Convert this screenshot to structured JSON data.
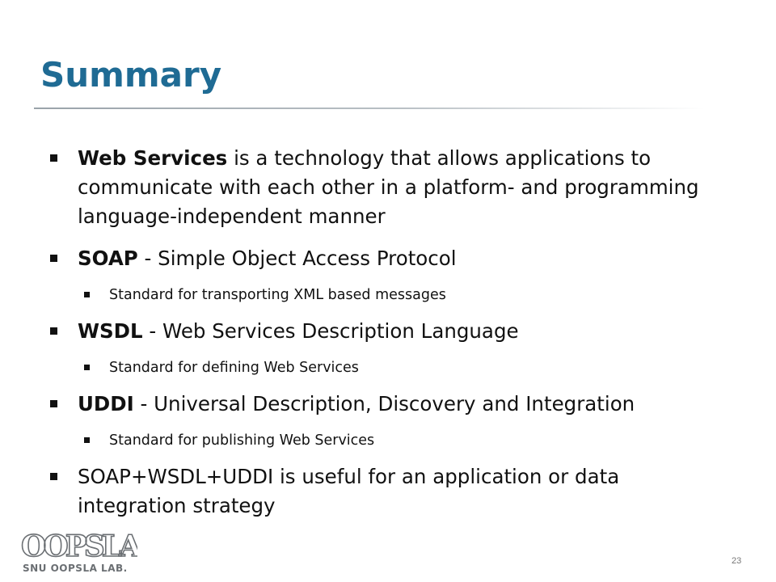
{
  "slide": {
    "title": "Summary",
    "page_number": "23",
    "logo": {
      "wordmark": "OOPSLA",
      "subtitle": "SNU OOPSLA LAB."
    },
    "bullets": [
      {
        "bold": "Web Services",
        "text": " is a technology that allows applications to communicate with each other in a platform- and programming language-independent manner",
        "sub": []
      },
      {
        "bold": "SOAP",
        "text": " - Simple Object Access Protocol",
        "sub": [
          "Standard for transporting XML based messages"
        ]
      },
      {
        "bold": "WSDL",
        "text": " - Web Services Description Language",
        "sub": [
          "Standard for defining Web Services"
        ]
      },
      {
        "bold": "UDDI",
        "text": " - Universal Description, Discovery and Integration",
        "sub": [
          "Standard for publishing Web Services"
        ]
      },
      {
        "bold": "",
        "text": "SOAP+WSDL+UDDI is useful for an application or data integration strategy",
        "sub": []
      }
    ]
  }
}
